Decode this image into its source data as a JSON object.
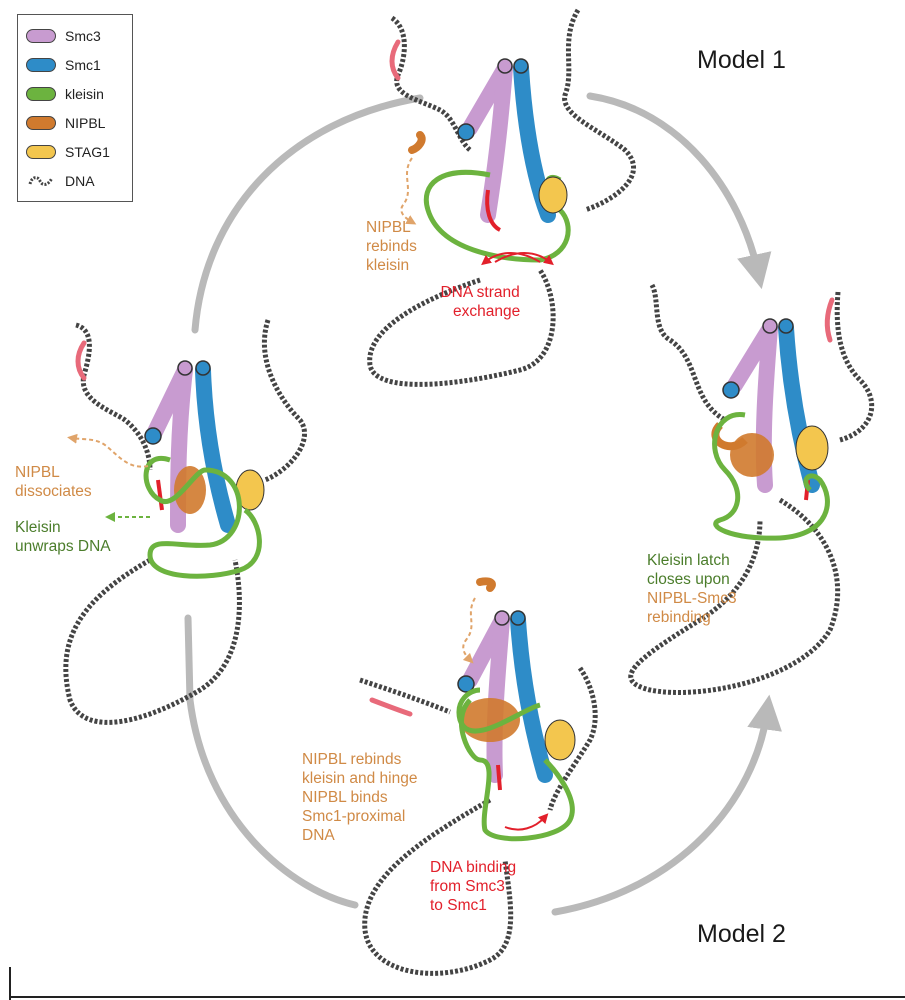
{
  "legend": {
    "items": [
      {
        "label": "Smc3",
        "color": "#c89bd0",
        "icon": "smc3-swatch"
      },
      {
        "label": "Smc1",
        "color": "#2e8cc8",
        "icon": "smc1-swatch"
      },
      {
        "label": "kleisin",
        "color": "#6cb33f",
        "icon": "kleisin-swatch"
      },
      {
        "label": "NIPBL",
        "color": "#d07a2e",
        "icon": "nipbl-swatch"
      },
      {
        "label": "STAG1",
        "color": "#f3c64e",
        "icon": "stag1-swatch"
      },
      {
        "label": "DNA",
        "color": "#444444",
        "icon": "dna-swatch"
      }
    ]
  },
  "models": {
    "model1": "Model 1",
    "model2": "Model 2"
  },
  "annotations": {
    "top_nipbl": [
      "NIPBL",
      "rebinds",
      "kleisin"
    ],
    "top_strand": [
      "DNA strand",
      "exchange"
    ],
    "left_nipbl": [
      "NIPBL",
      "dissociates"
    ],
    "left_kleisin": [
      "Kleisin",
      "unwraps DNA"
    ],
    "right_latch": [
      "Kleisin latch",
      "closes upon"
    ],
    "right_rebind": [
      "NIPBL-Smc3",
      "rebinding"
    ],
    "bottom_nipbl": [
      "NIPBL rebinds",
      "kleisin and hinge",
      "NIPBL binds",
      "Smc1-proximal",
      "DNA"
    ],
    "bottom_binding": [
      "DNA binding",
      "from Smc3",
      "to Smc1"
    ]
  },
  "colors": {
    "smc3": "#c89bd0",
    "smc1": "#2e8cc8",
    "kleisin": "#6cb33f",
    "nipbl": "#d07a2e",
    "stag1": "#f3c64e",
    "dna": "#444444",
    "dna_highlight": "#e86a7a",
    "strand_red": "#e2202b",
    "cycle_arrow": "#b9b9b9"
  }
}
